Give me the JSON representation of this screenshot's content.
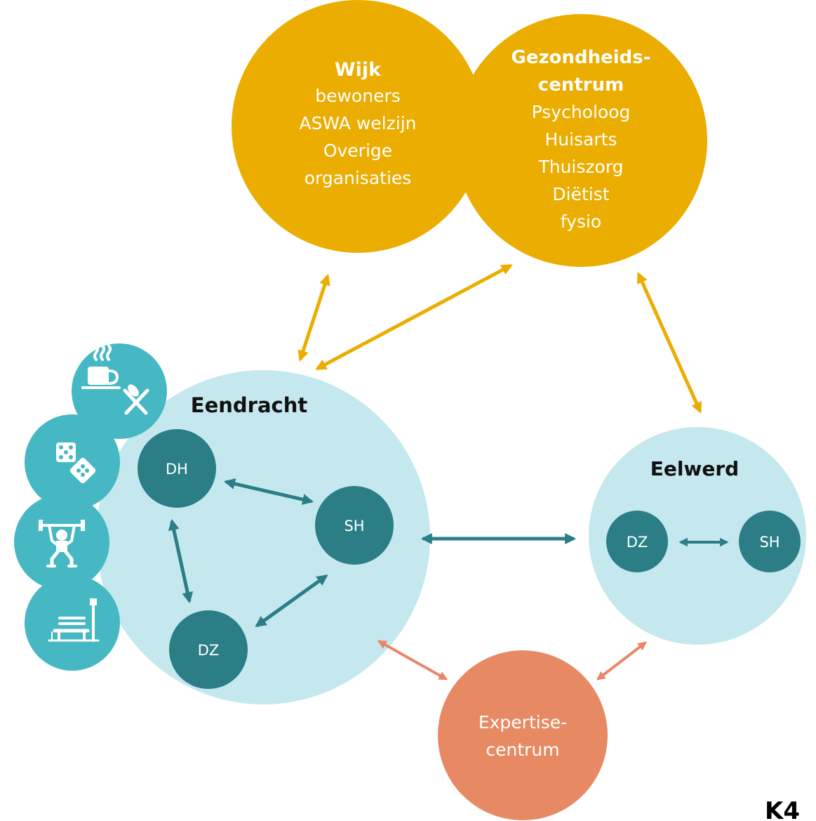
{
  "colors": {
    "gold": "#ebad00",
    "light_teal": "#c4e8ee",
    "dark_teal": "#2b7e86",
    "icon_teal": "#46b8c4",
    "arrow_gold": "#ebad00",
    "arrow_teal": "#2b7e86",
    "arrow_orange": "#e9866a",
    "expertise": "#e78a63",
    "white": "#ffffff",
    "text_dark": "#111111"
  },
  "wijk": {
    "title": "Wijk",
    "lines": [
      "bewoners",
      "ASWA welzijn",
      "Overige",
      "organisaties"
    ]
  },
  "gezondheidscentrum": {
    "title_lines": [
      "Gezondheids-",
      "centrum"
    ],
    "lines": [
      "Psycholoog",
      "Huisarts",
      "Thuiszorg",
      "Diëtist",
      "fysio"
    ]
  },
  "eendracht": {
    "title": "Eendracht",
    "nodes": {
      "dh": "DH",
      "sh": "SH",
      "dz": "DZ"
    }
  },
  "eelwerd": {
    "title": "Eelwerd",
    "nodes": {
      "dz": "DZ",
      "sh": "SH"
    }
  },
  "expertise": {
    "lines": [
      "Expertise-",
      "centrum"
    ]
  },
  "activity_icons": [
    "coffee-dining-icon",
    "games-dice-icon",
    "fitness-weightlifter-icon",
    "park-bench-icon"
  ],
  "corner_mark": "K4"
}
